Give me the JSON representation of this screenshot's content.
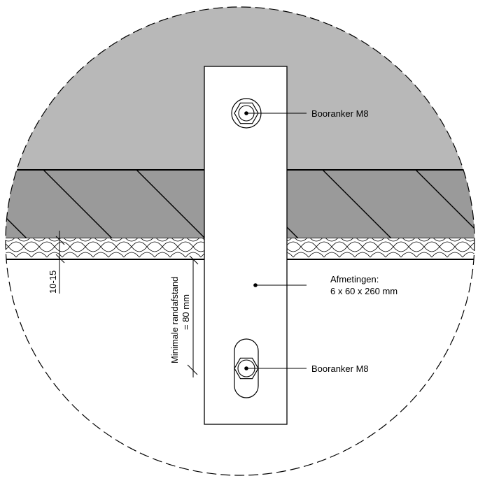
{
  "labels": {
    "anchor_top": "Booranker M8",
    "anchor_bottom": "Booranker M8",
    "dims_title": "Afmetingen:",
    "dims_value": "6 x 60 x 260 mm",
    "gap": "10-15",
    "edge_line1": "Minimale randafstand",
    "edge_line2": "= 80 mm"
  },
  "colors": {
    "concrete": "#b8b8b8",
    "screed": "#9a9a9a",
    "plate": "#ffffff",
    "line": "#000000"
  }
}
